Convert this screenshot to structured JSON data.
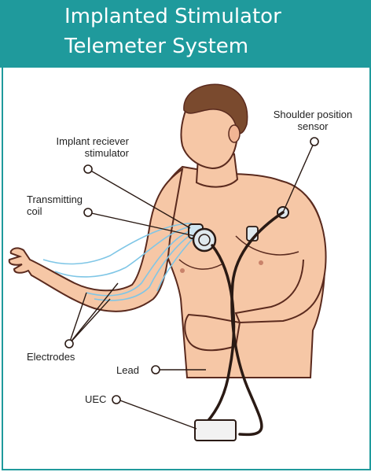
{
  "title": {
    "line1": "Implanted Stimulator",
    "line2": "Telemeter System"
  },
  "labels": {
    "implant_line1": "Implant reciever",
    "implant_line2": "stimulator",
    "coil_line1": "Transmitting",
    "coil_line2": "coil",
    "shoulder_line1": "Shoulder position",
    "shoulder_line2": "sensor",
    "electrodes": "Electrodes",
    "lead": "Lead",
    "uec": "UEC"
  },
  "colors": {
    "header_bg": "#1f9a9c",
    "skin": "#f6c7a6",
    "skin_shadow": "#e9a889",
    "outline": "#5a2a1e",
    "hair": "#7a4a2e",
    "wire": "#2a1a14",
    "electrode_wire": "#7fc6e6"
  }
}
